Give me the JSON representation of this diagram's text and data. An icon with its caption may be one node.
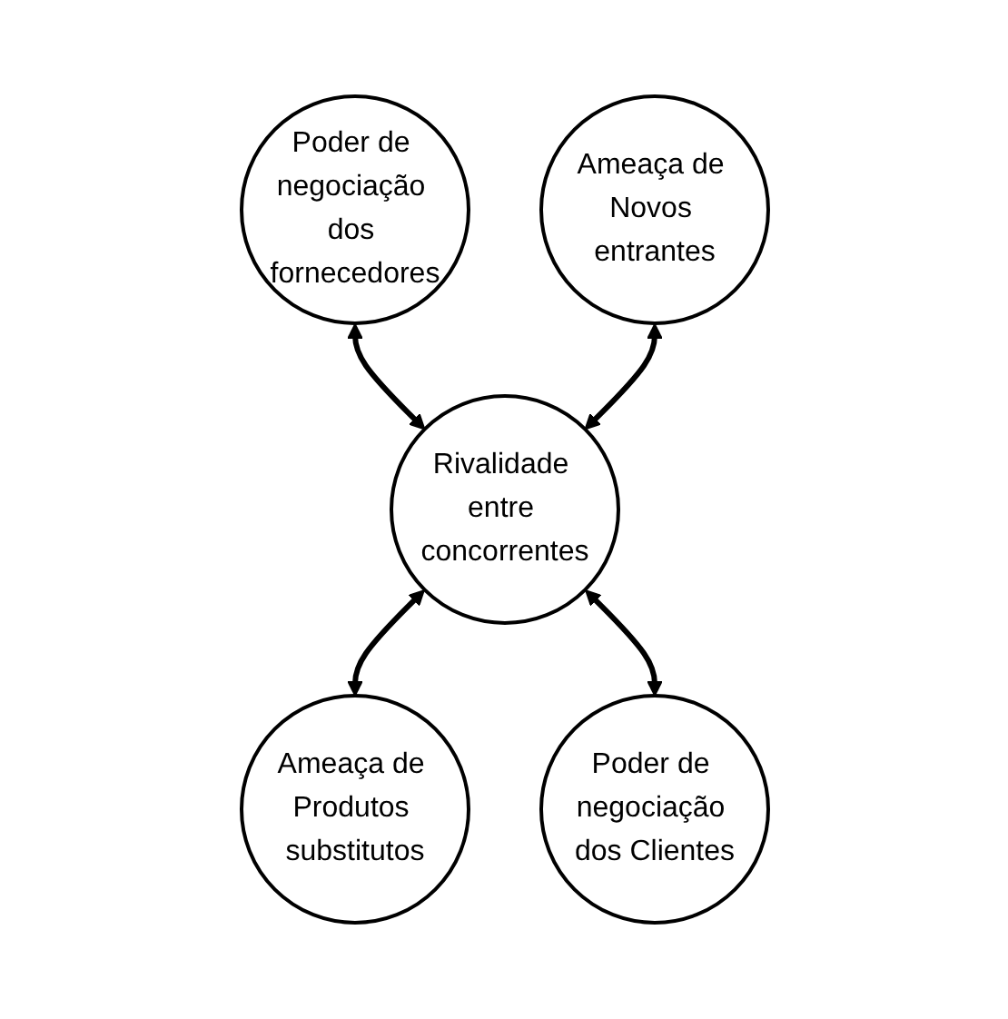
{
  "diagram": {
    "nodes": [
      {
        "text": [
          "Poder de negociação dos fornecedores"
        ]
      },
      {
        "text": [
          "Ameaça de Novos entrantes"
        ]
      },
      {
        "text": [
          "Rivalidade entre concorrentes"
        ]
      },
      {
        "text": [
          "Ameaça de Produtos substitutos"
        ]
      },
      {
        "text": [
          "Poder de negociação dos Clientes"
        ]
      }
    ],
    "edges": [
      {
        "from": 0,
        "to": 2,
        "arrow": "both"
      },
      {
        "from": 1,
        "to": 2,
        "arrow": "both"
      },
      {
        "from": 2,
        "to": 3,
        "arrow": "both"
      },
      {
        "from": 2,
        "to": 4,
        "arrow": "both"
      }
    ]
  }
}
